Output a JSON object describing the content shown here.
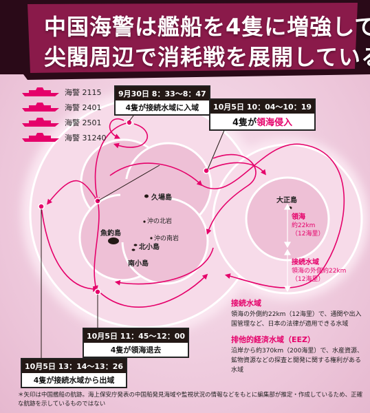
{
  "title": {
    "line1": "中国海警は艦船を4隻に増強して",
    "line2": "尖閣周辺で消耗戦を展開している"
  },
  "ships": [
    {
      "name": "海警 2115"
    },
    {
      "name": "海警 2401"
    },
    {
      "name": "海警 2501"
    },
    {
      "name": "海警 31240"
    }
  ],
  "events": {
    "sep30": {
      "time": "9月30日 8：33～8：47",
      "desc": "4隻が接続水域に入域"
    },
    "oct5a": {
      "time": "10月5日 10：04～10：19",
      "desc_pre": "4隻が",
      "desc_hl": "領海侵入"
    },
    "oct5b": {
      "time": "10月5日 11：45～12：00",
      "desc": "4隻が領海退去"
    },
    "oct5c": {
      "time": "10月5日 13：14～13：26",
      "desc": "4隻が接続水域から出域"
    }
  },
  "places": {
    "kubajima": "久場島",
    "taishojima": "大正島",
    "uotsurishima": "魚釣島",
    "okinokitaiwa": "沖の北岩",
    "okinominamiiwa": "沖の南岩",
    "kitakojima": "北小島",
    "minamikojima": "南小島"
  },
  "legend": {
    "territorial": {
      "label": "領海",
      "detail1": "約22km",
      "detail2": "（12海里）"
    },
    "contiguous": {
      "label": "接続水域",
      "detail1": "領海の外側約22km",
      "detail2": "（12海里）"
    }
  },
  "definitions": [
    {
      "title": "接続水域",
      "body": "領海の外側約22km（12海里）で、通関や出入国管理など、日本の法律が適用できる水域"
    },
    {
      "title": "排他的経済水域（EEZ）",
      "body": "沿岸から約370km（200海里）で、水産資源、鉱物資源などの探査と開発に関する権利がある水域"
    }
  ],
  "footnote": "＊矢印は中国艦船の航跡。海上保安庁発表の中国船発見海域や監視状況の情報などをもとに編集部が推定・作成しているため、正確な航跡を示しているものではない",
  "colors": {
    "accent": "#e5006a",
    "banner": "#8a1a4a",
    "zone": "#f3cde1"
  }
}
